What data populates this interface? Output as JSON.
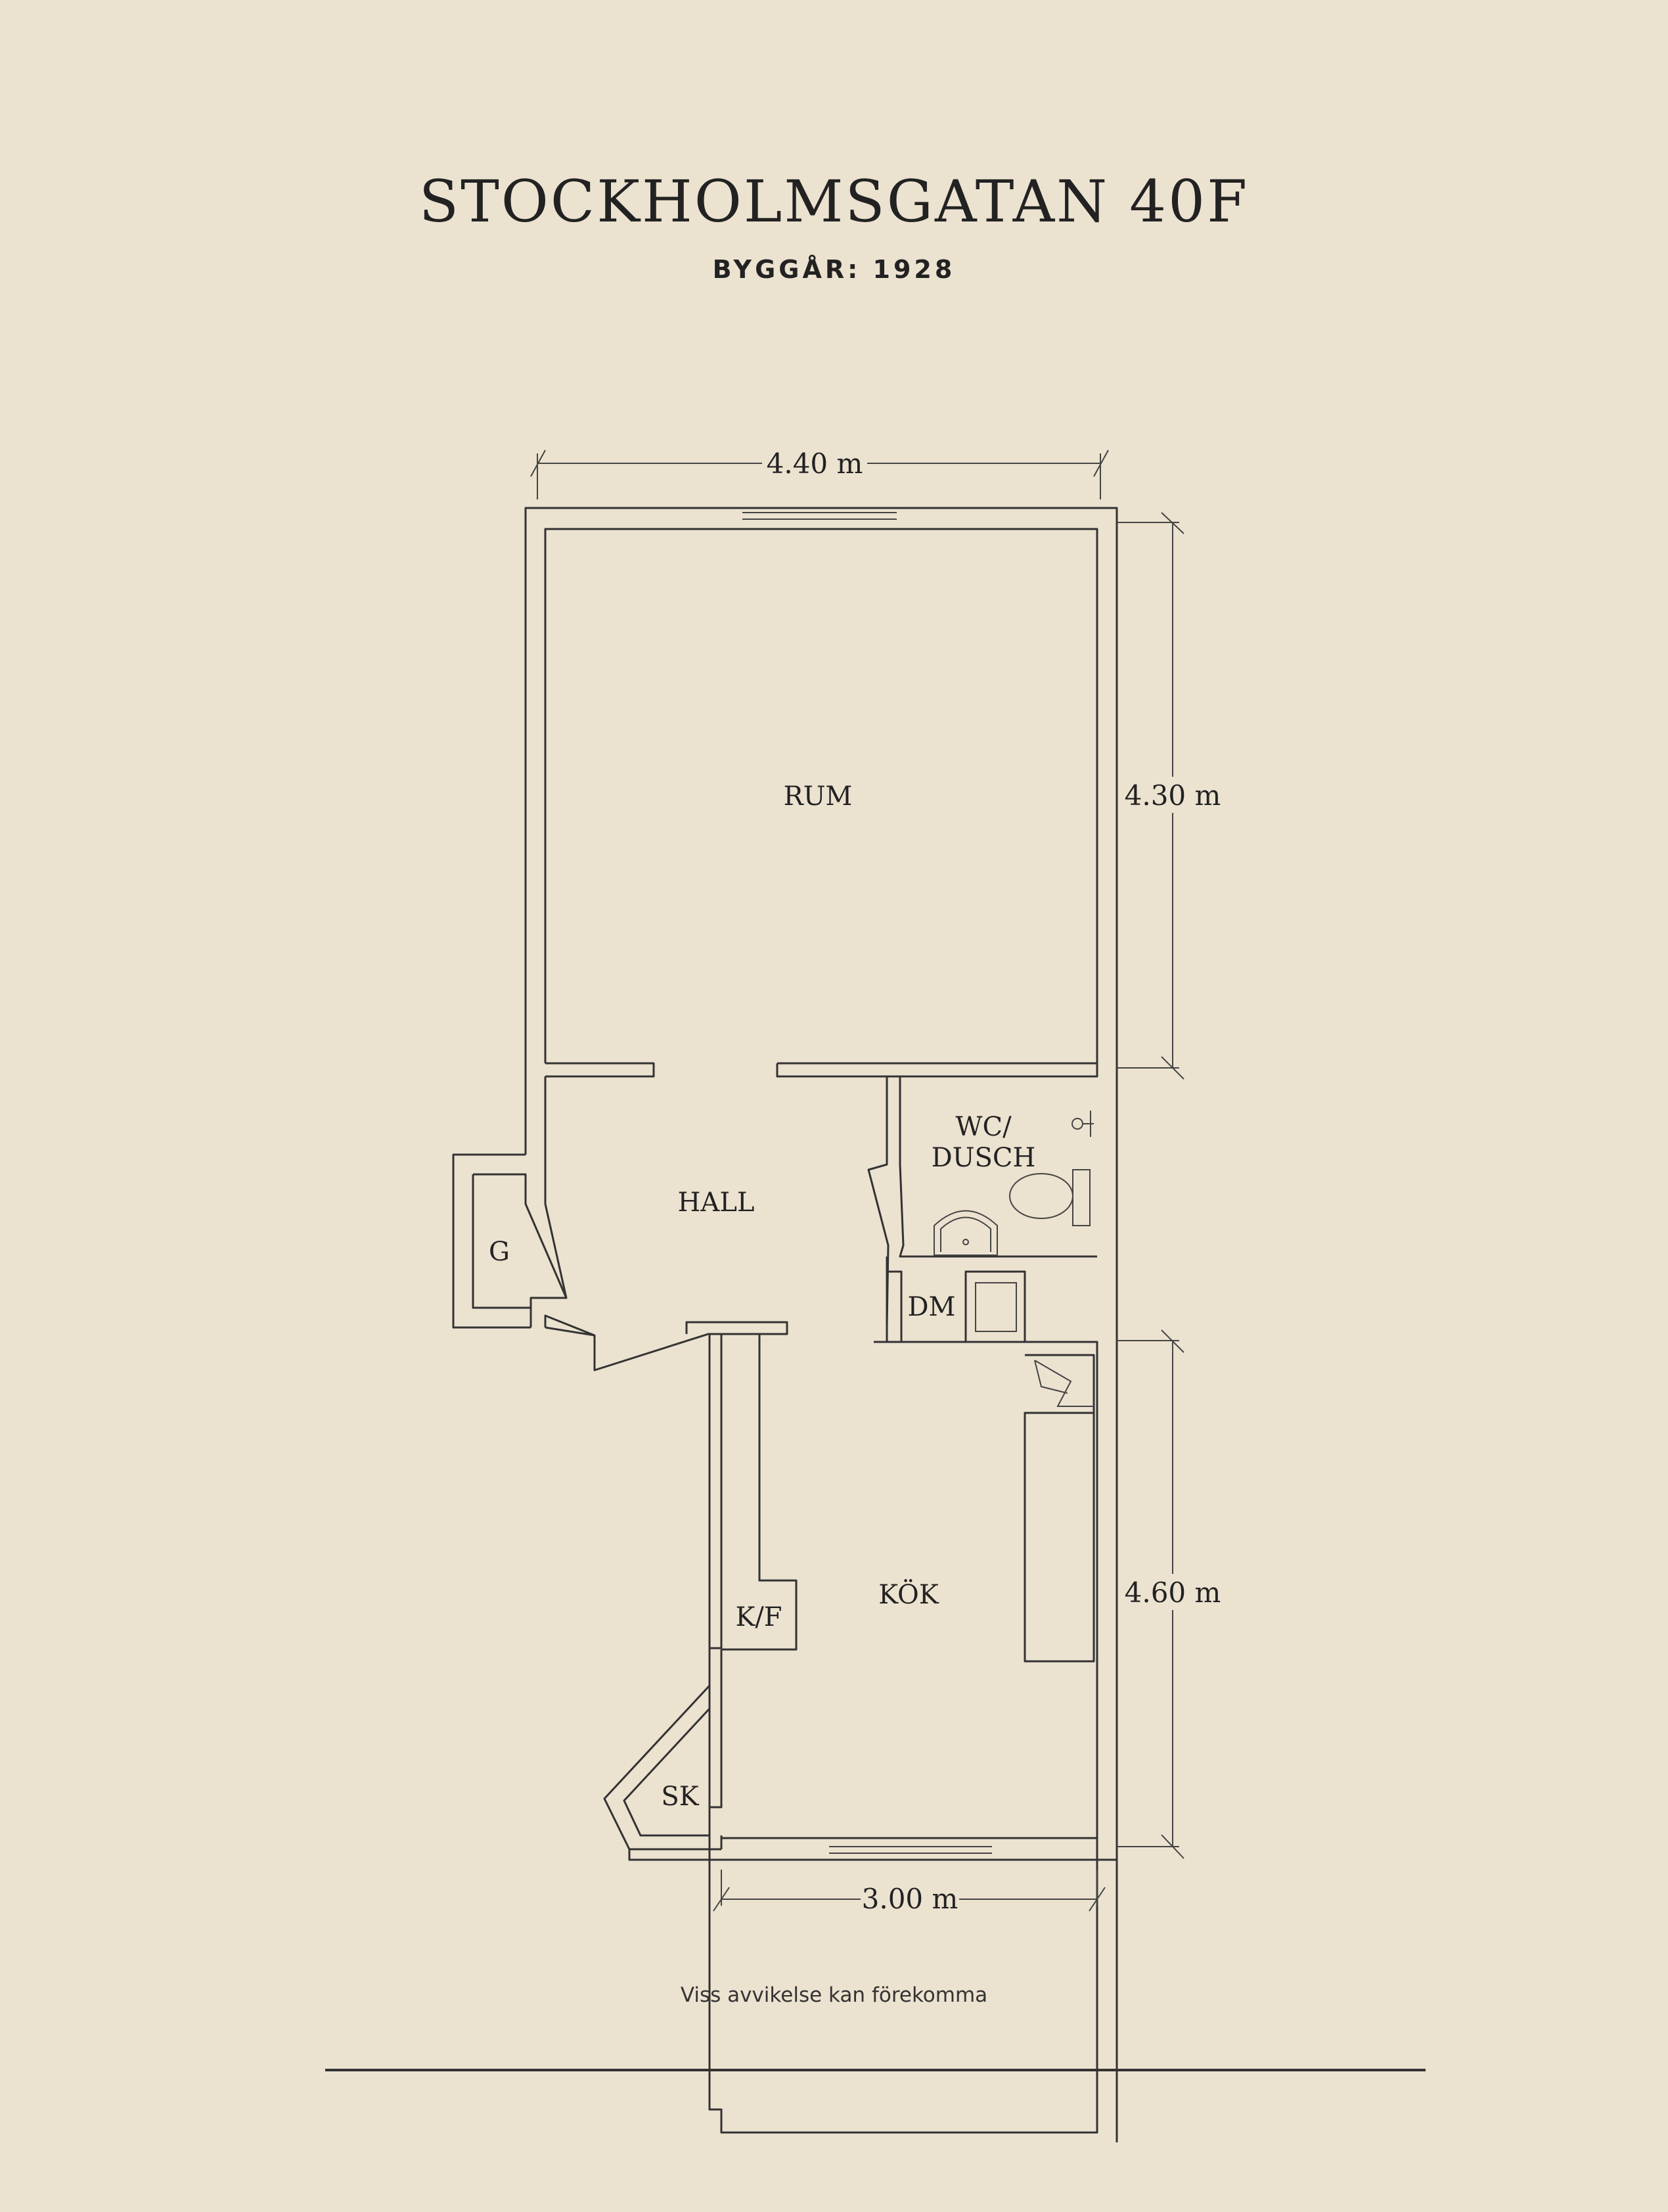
{
  "header": {
    "title": "STOCKHOLMSGATAN 40F",
    "subtitle": "BYGGÅR: 1928"
  },
  "rooms": {
    "rum": "RUM",
    "hall": "HALL",
    "wc_line1": "WC/",
    "wc_line2": "DUSCH",
    "g": "G",
    "dm": "DM",
    "kok": "KÖK",
    "kf": "K/F",
    "sk": "SK"
  },
  "dimensions": {
    "top_width": "4.40 m",
    "rum_height": "4.30 m",
    "kok_height": "4.60 m",
    "bottom_width": "3.00 m"
  },
  "footer": {
    "disclaimer": "Viss avvikelse kan förekomma"
  }
}
